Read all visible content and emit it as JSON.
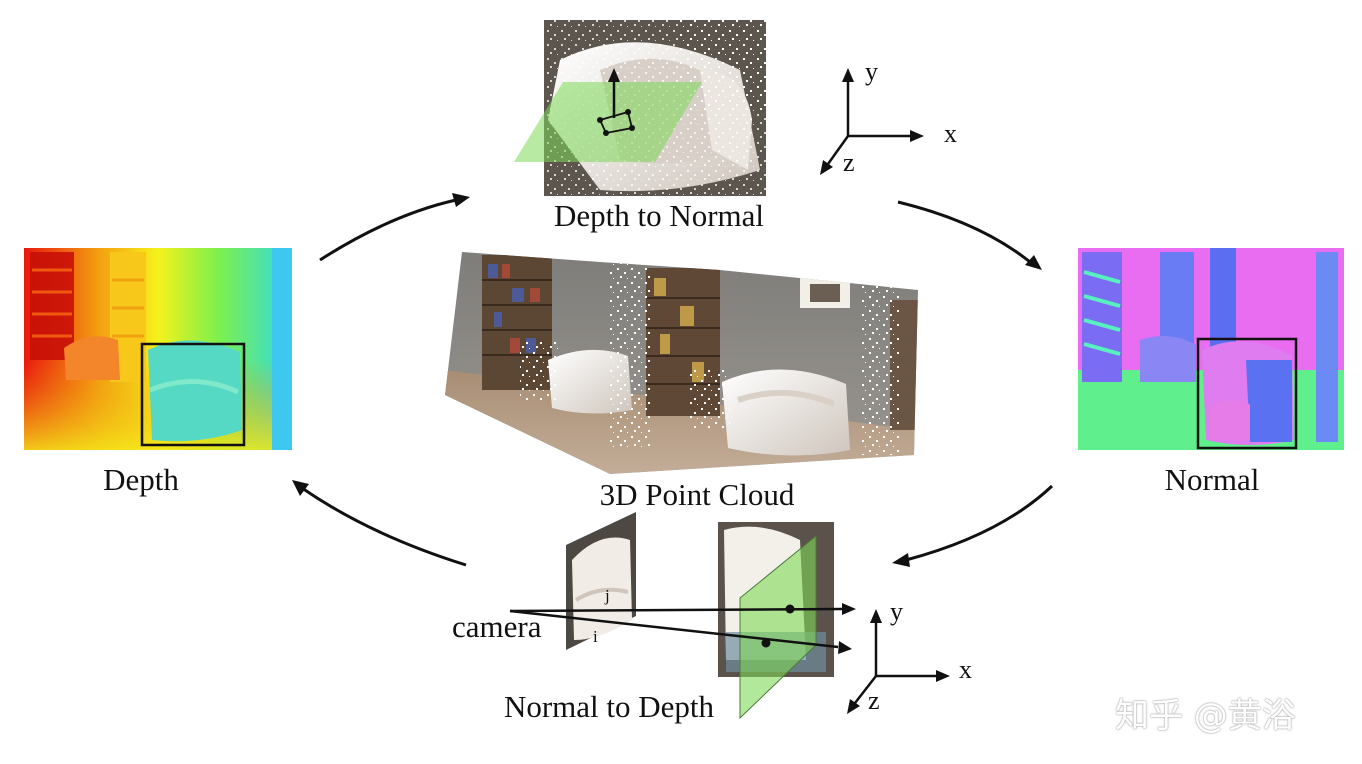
{
  "labels": {
    "depth": "Depth",
    "normal": "Normal",
    "depth_to_normal": "Depth to Normal",
    "point_cloud": "3D Point Cloud",
    "normal_to_depth": "Normal to Depth",
    "camera": "camera",
    "pixel_i": "i",
    "pixel_j": "j"
  },
  "axes_top": {
    "x": "x",
    "y": "y",
    "z": "z"
  },
  "axes_bottom": {
    "x": "x",
    "y": "y",
    "z": "z"
  },
  "watermark": "知乎 @黄浴",
  "colors": {
    "arrow": "#111111",
    "plane_green": "#7ed957",
    "depth_red": "#e81a12",
    "depth_yellow": "#f4f21a",
    "depth_cyan": "#36e0d6",
    "normal_magenta": "#e86bf2",
    "normal_blue": "#6a7cf4",
    "normal_green": "#56f28c",
    "sofa_white": "#f2eeea",
    "wall_gray": "#8c8a86",
    "floor_tan": "#b79f88"
  }
}
